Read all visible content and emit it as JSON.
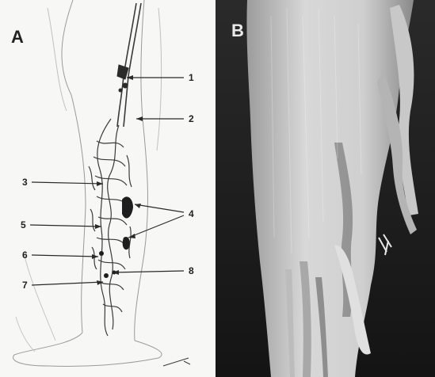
{
  "panels": {
    "a": {
      "letter": "A"
    },
    "b": {
      "letter": "B"
    }
  },
  "callouts": [
    "1",
    "2",
    "3",
    "4",
    "5",
    "6",
    "7",
    "8"
  ]
}
